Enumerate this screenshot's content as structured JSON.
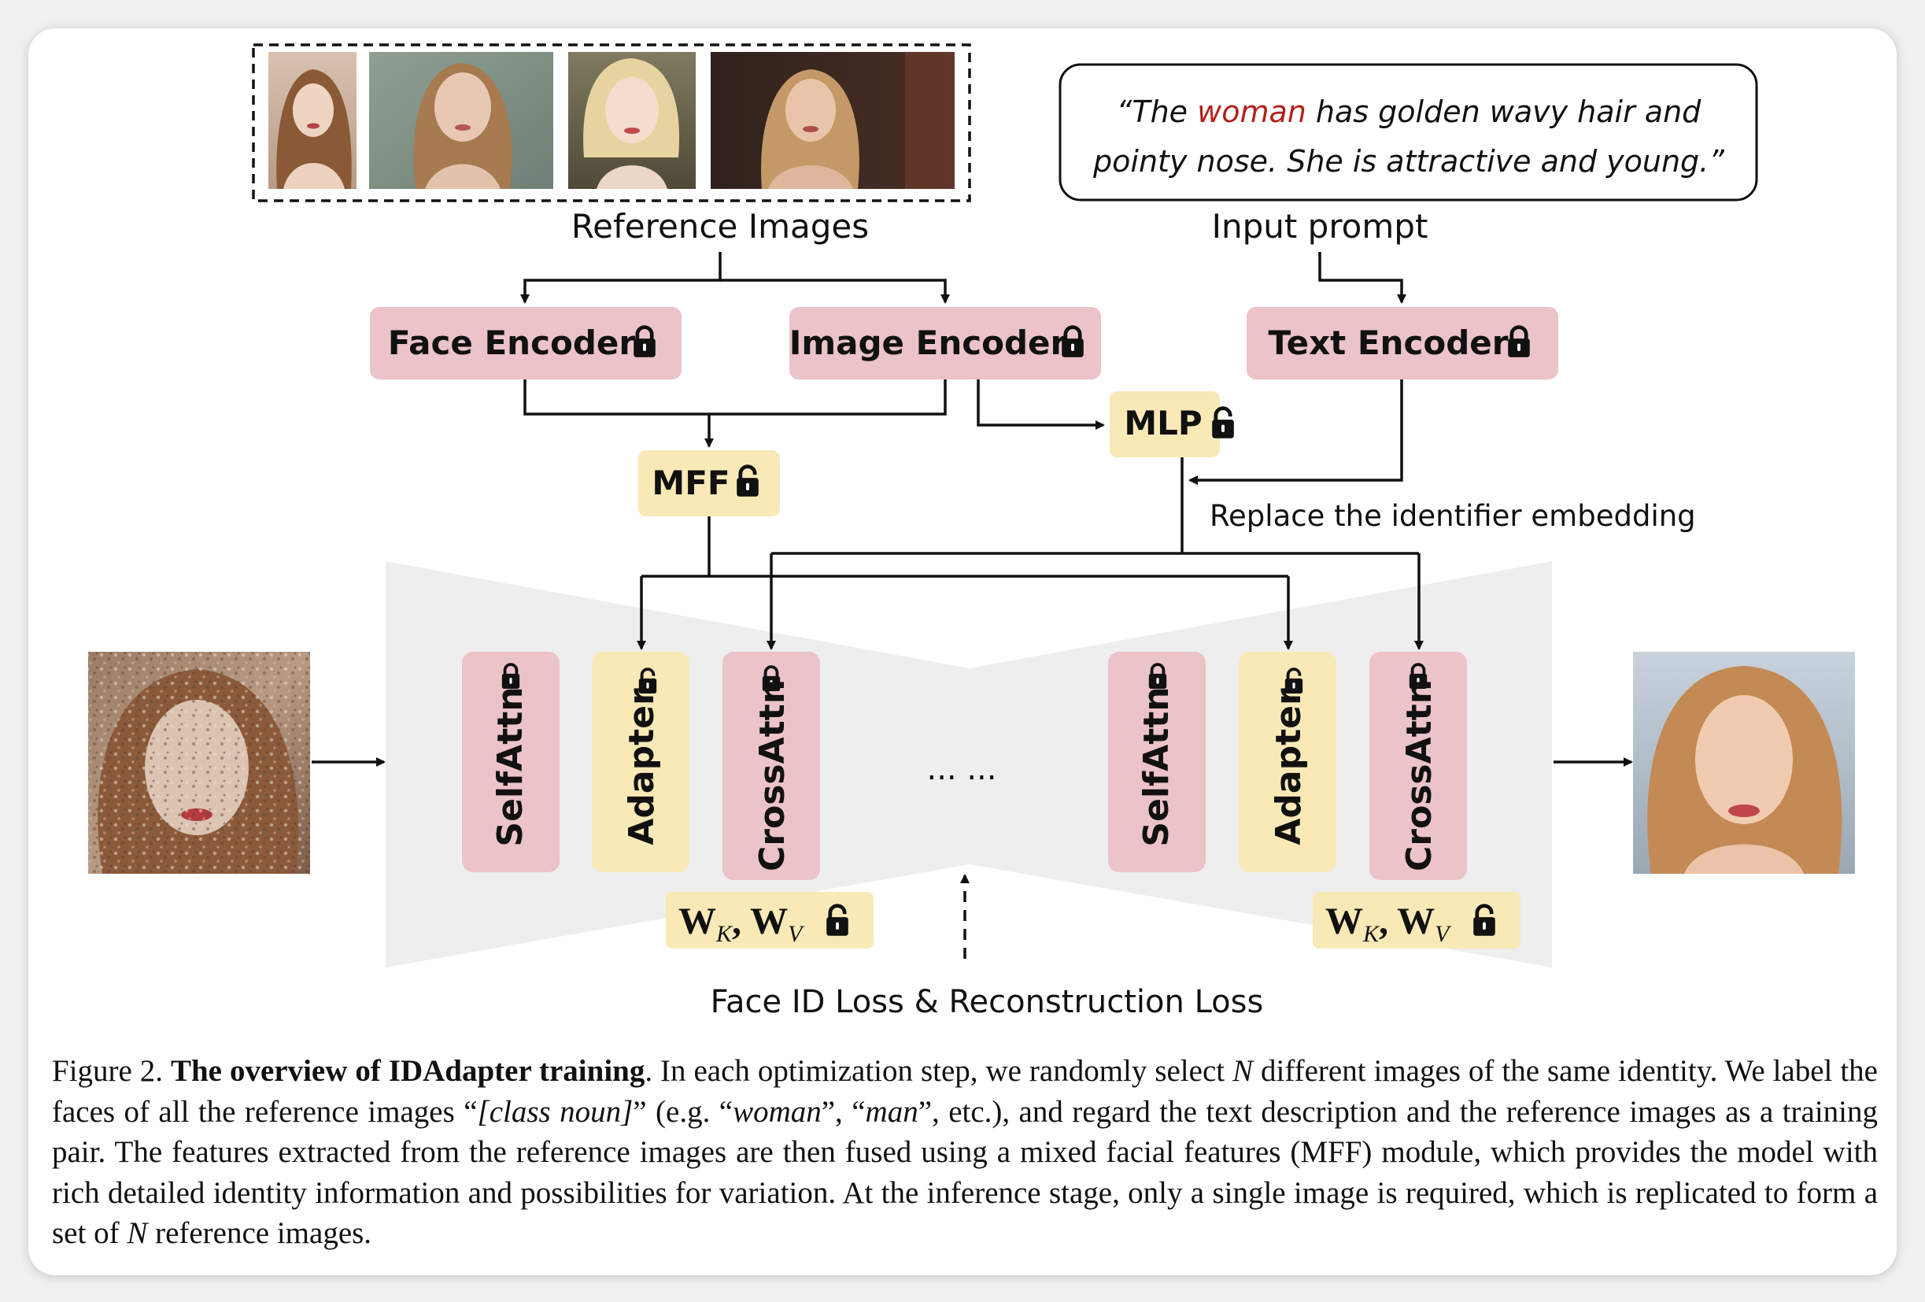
{
  "labels": {
    "reference_images": "Reference Images",
    "input_prompt": "Input prompt",
    "replace_embedding": "Replace the identifier embedding",
    "loss": "Face ID Loss & Reconstruction Loss",
    "ellipsis": "... ..."
  },
  "prompt": {
    "open_quote": "“The ",
    "highlight": "woman",
    "rest_line1": " has golden wavy hair and",
    "line2": "pointy nose. She is attractive and young.”",
    "highlight_color": "#b3211b"
  },
  "blocks": {
    "face_encoder": "Face Encoder",
    "image_encoder": "Image Encoder",
    "text_encoder": "Text Encoder",
    "mlp": "MLP",
    "mff": "MFF",
    "selfattn": "SelfAttn",
    "adapter": "Adapter",
    "crossattn": "CrossAttn",
    "wkwv": "W",
    "wkwv_k": "K",
    "wkwv_v": "V"
  },
  "icons": {
    "locked": "lock-closed-icon",
    "unlocked": "lock-open-icon"
  },
  "colors": {
    "pink": "#ebc3c8",
    "yellow": "#f8e9b7",
    "unet": "#eeeeee"
  },
  "caption": {
    "prefix": "Figure 2. ",
    "title": "The overview of IDAdapter training",
    "s1": ". In each optimization step, we randomly select ",
    "n": "N",
    "s2": " different images of the same identity. We label the faces of all the reference images “",
    "class_noun": "[class noun]",
    "s3": "” (e.g. “",
    "woman": "woman",
    "s4": "”, “",
    "man": "man",
    "s5": "”, etc.), and regard the text description and the reference images as a training pair. The features extracted from the reference images are then fused using a mixed facial features (MFF) module, which provides the model with rich detailed identity information and possibilities for variation. At the inference stage, only a single image is required, which is replicated to form a set of ",
    "s6": " reference images."
  }
}
